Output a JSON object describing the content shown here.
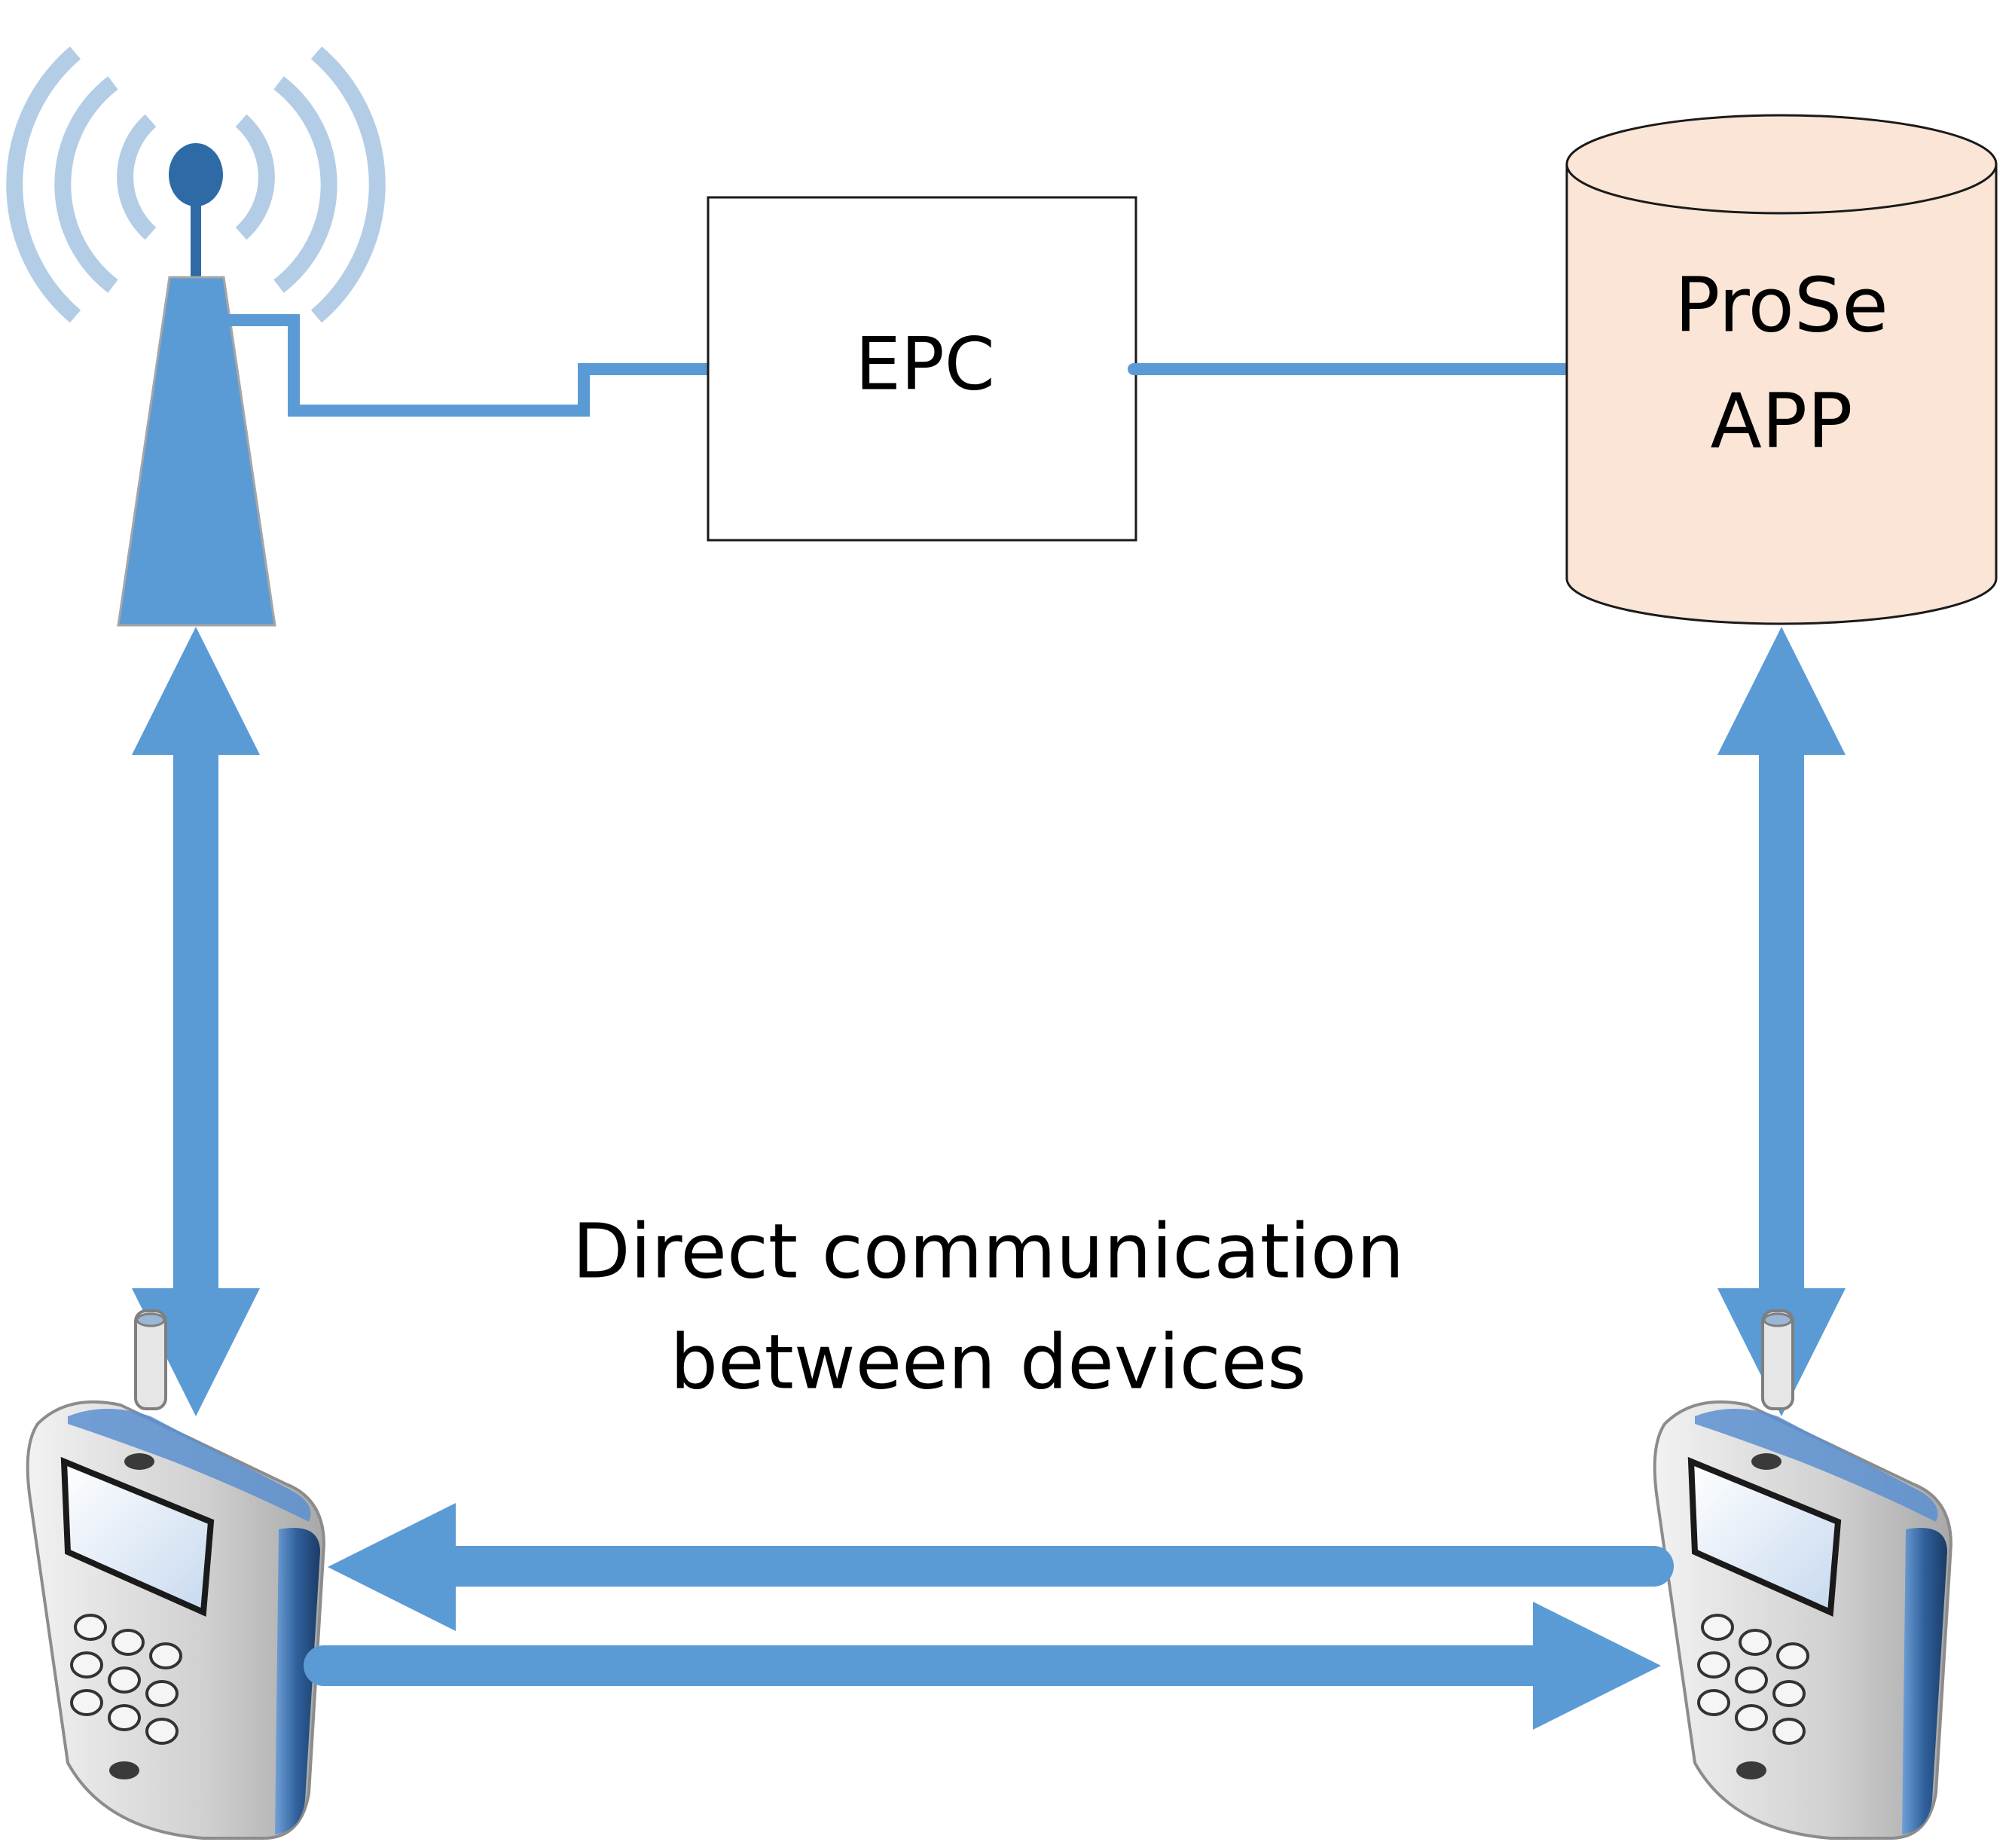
{
  "epc": {
    "label": "EPC"
  },
  "prose_app": {
    "line1": "ProSe",
    "line2": "APP"
  },
  "direct_comm": {
    "line1": "Direct communication",
    "line2": "between devices"
  },
  "colors": {
    "link_blue": "#5b9bd5",
    "signal_light": "#b4cde6",
    "tower_dark": "#2e6aa6",
    "database_fill": "#fbe5d6",
    "outline": "#000000",
    "phone_body": "#d9d9d9",
    "phone_accent": "#2f5f9a"
  },
  "icons": [
    "cell-tower-icon",
    "mobile-phone-icon",
    "database-icon"
  ]
}
